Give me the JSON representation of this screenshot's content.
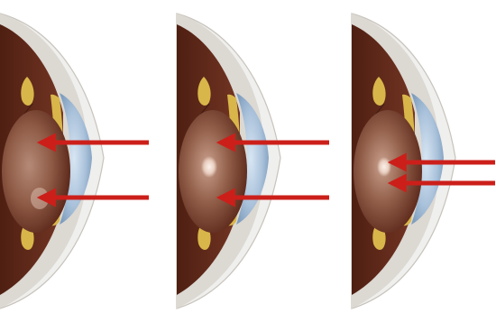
{
  "figure": {
    "panels": [
      {
        "id": "panel-1",
        "depicts": "eye-cross-section",
        "arrows": 2,
        "lens_highlight": "faint"
      },
      {
        "id": "panel-2",
        "depicts": "eye-cross-section",
        "arrows": 2,
        "lens_highlight": "central-bright-spot"
      },
      {
        "id": "panel-3",
        "depicts": "eye-cross-section",
        "arrows": 2,
        "lens_highlight": "central-bright-spot"
      }
    ],
    "colors": {
      "background": "#ffffff",
      "sclera": "#d9d5cf",
      "sclera_edge": "#c8c3bc",
      "cornea": "#eef1f3",
      "iris_brown": "#6b2f1e",
      "iris_dark": "#4e1f12",
      "ciliary_yellow": "#d9b64a",
      "lens": "#a97a65",
      "lens_highlight": "#f2ddd0",
      "aqueous_blue": "#9fb8d2",
      "aqueous_light": "#c9dbec",
      "arrow_red": "#cc1f1a"
    }
  }
}
